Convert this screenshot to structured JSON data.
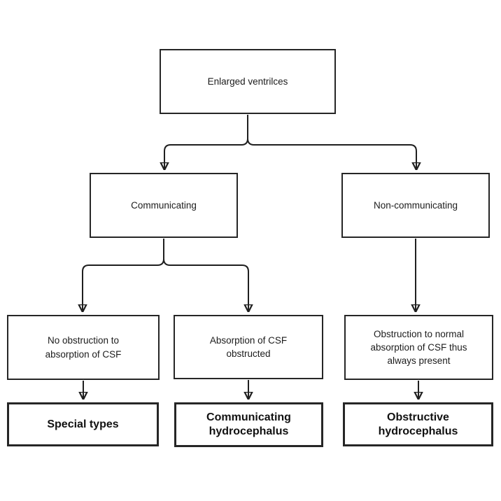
{
  "diagram": {
    "type": "flowchart",
    "topic": "Hydrocephalus classification by CSF obstruction",
    "colors": {
      "background": "#ffffff",
      "box_border": "#262626",
      "line": "#1f1f1f",
      "text": "#1c1c1c"
    },
    "nodes": {
      "enlarged_ventricles": {
        "label": "Enlarged ventrilces",
        "level": 1,
        "bold": false
      },
      "communicating": {
        "label": "Communicating",
        "level": 2,
        "bold": false
      },
      "non_communicating": {
        "label": "Non-communicating",
        "level": 2,
        "bold": false
      },
      "no_obstruction": {
        "label": "No obstruction to absorption of CSF",
        "level": 3,
        "bold": false
      },
      "absorption_obstructed": {
        "label": "Absorption of CSF obstructed",
        "level": 3,
        "bold": false
      },
      "obstruction_always_present": {
        "label": "Obstruction to normal absorption of CSF thus always present",
        "level": 3,
        "bold": false
      },
      "special_types": {
        "label": "Special types",
        "level": 4,
        "bold": true
      },
      "communicating_hydrocephalus": {
        "label": "Communicating hydrocephalus",
        "level": 4,
        "bold": true
      },
      "obstructive_hydrocephalus": {
        "label": "Obstructive hydrocephalus",
        "level": 4,
        "bold": true
      }
    },
    "edges": [
      {
        "from": "enlarged_ventricles",
        "to": "communicating"
      },
      {
        "from": "enlarged_ventricles",
        "to": "non_communicating"
      },
      {
        "from": "communicating",
        "to": "no_obstruction"
      },
      {
        "from": "communicating",
        "to": "absorption_obstructed"
      },
      {
        "from": "non_communicating",
        "to": "obstruction_always_present"
      },
      {
        "from": "no_obstruction",
        "to": "special_types"
      },
      {
        "from": "absorption_obstructed",
        "to": "communicating_hydrocephalus"
      },
      {
        "from": "obstruction_always_present",
        "to": "obstructive_hydrocephalus"
      }
    ]
  }
}
